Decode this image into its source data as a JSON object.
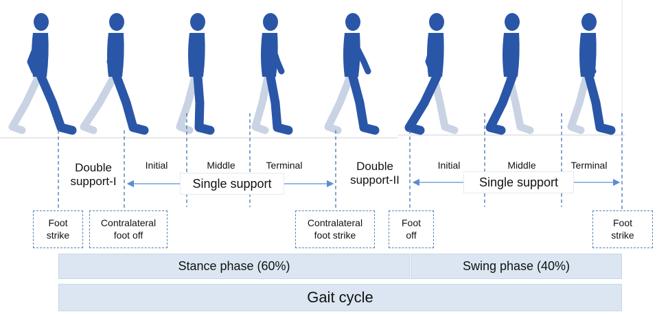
{
  "figure_strip": {
    "figures": [
      {
        "id": 1,
        "phase": "foot-strike"
      },
      {
        "id": 2,
        "phase": "contralateral-foot-off"
      },
      {
        "id": 3,
        "phase": "mid-stance"
      },
      {
        "id": 4,
        "phase": "terminal-stance"
      },
      {
        "id": 5,
        "phase": "contralateral-foot-strike"
      },
      {
        "id": 6,
        "phase": "foot-off"
      },
      {
        "id": 7,
        "phase": "mid-swing"
      },
      {
        "id": 8,
        "phase": "terminal-swing"
      }
    ],
    "figure_color": "#2a56a8",
    "outline_color": "#c9d3e3"
  },
  "labels": {
    "double_support_1": [
      "Double",
      "support-I"
    ],
    "double_support_2": [
      "Double",
      "support-II"
    ],
    "stance_sub": {
      "initial": "Initial",
      "middle": "Middle",
      "terminal": "Terminal"
    },
    "swing_sub": {
      "initial": "Initial",
      "middle": "Middle",
      "terminal": "Terminal"
    },
    "single_support_1": "Single support",
    "single_support_2": "Single support"
  },
  "events": {
    "foot_strike_1": [
      "Foot",
      "strike"
    ],
    "contralateral_foot_off": [
      "Contralateral",
      "foot off"
    ],
    "contralateral_foot_strike": [
      "Contralateral",
      "foot strike"
    ],
    "foot_off": [
      "Foot",
      "off"
    ],
    "foot_strike_2": [
      "Foot",
      "strike"
    ]
  },
  "phases": {
    "stance": "Stance phase (60%)",
    "swing": "Swing phase (40%)",
    "gait_cycle": "Gait cycle"
  },
  "colors": {
    "dashed_line": "#4f7fb8",
    "arrow": "#5b8ed0",
    "bar_fill": "#dbe6f2"
  }
}
